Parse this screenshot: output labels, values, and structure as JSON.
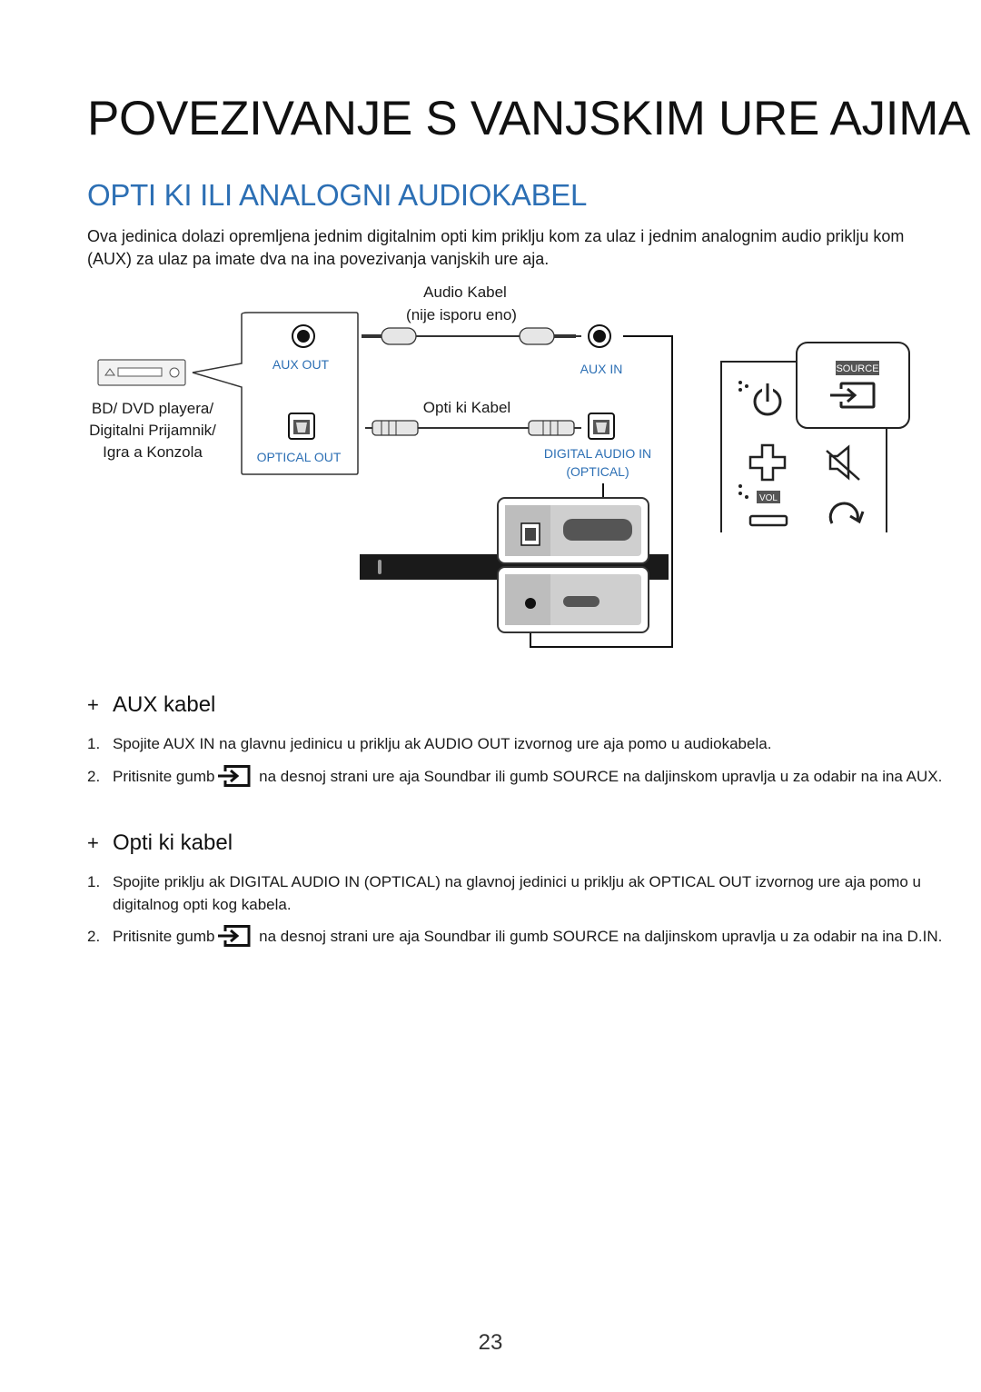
{
  "page": {
    "title": "POVEZIVANJE S VANJSKIM URE AJIMA",
    "subtitle": "OPTI KI ILI ANALOGNI AUDIOKABEL",
    "intro": "Ova jedinica dolazi opremljena jednim digitalnim opti kim priklju kom za ulaz i jednim analognim audio priklju kom (AUX) za ulaz pa imate dva na ina povezivanja vanjskih ure aja.",
    "page_number": "23"
  },
  "diagram": {
    "audio_cable_label": "Audio Kabel",
    "not_supplied_label": "(nije isporu eno)",
    "optical_cable_label": "Opti ki Kabel",
    "aux_out_label": "AUX OUT",
    "optical_out_label": "OPTICAL OUT",
    "aux_in_label": "AUX IN",
    "digital_audio_in_label": "DIGITAL AUDIO IN",
    "optical_paren_label": "(OPTICAL)",
    "device_label_line1": "BD/ DVD playera/",
    "device_label_line2": "Digitalni Prijamnik/",
    "device_label_line3": "Igra a Konzola",
    "remote_source_label": "SOURCE",
    "remote_vol_label": "VOL"
  },
  "sections": [
    {
      "heading": "AUX kabel",
      "steps": [
        {
          "num": "1.",
          "text": "Spojite AUX IN na glavnu jedinicu u priklju ak AUDIO OUT izvornog ure aja pomo u audiokabela."
        },
        {
          "num": "2.",
          "text_before": "Pritisnite gumb",
          "text_after": " na desnoj strani ure aja Soundbar ili gumb SOURCE na daljinskom upravlja u za odabir na ina AUX."
        }
      ]
    },
    {
      "heading": "Opti ki kabel",
      "steps": [
        {
          "num": "1.",
          "text": "Spojite priklju ak DIGITAL AUDIO IN (OPTICAL) na glavnoj jedinici u priklju ak OPTICAL OUT izvornog ure aja pomo u digitalnog opti kog kabela."
        },
        {
          "num": "2.",
          "text_before": "Pritisnite gumb",
          "text_after": " na desnoj strani ure aja Soundbar ili gumb SOURCE na daljinskom upravlja u za odabir na ina D.IN."
        }
      ]
    }
  ],
  "colors": {
    "heading_blue": "#2c6fb4",
    "text": "#1a1a1a"
  },
  "icons": [
    "source-input-icon",
    "power-icon",
    "plus-icon",
    "minus-icon",
    "mute-icon",
    "repeat-icon"
  ]
}
